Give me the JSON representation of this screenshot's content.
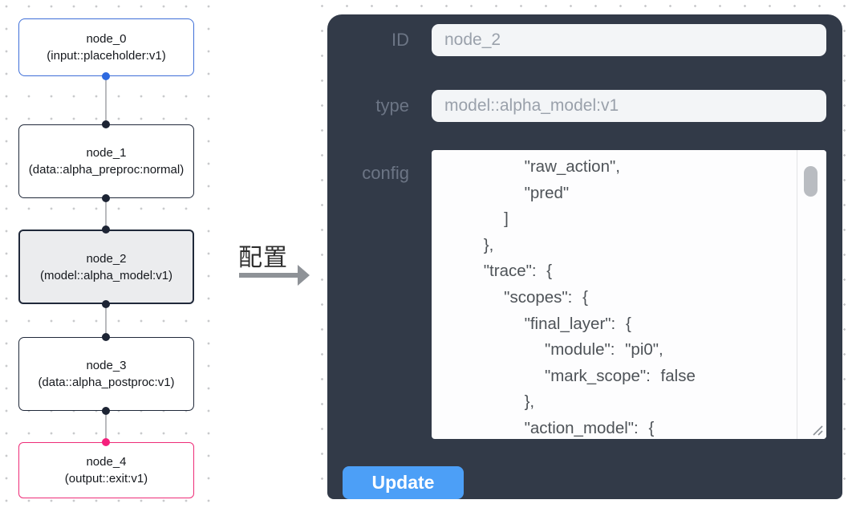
{
  "canvas": {
    "nodes": [
      {
        "title": "node_0",
        "subtitle": "(input::placeholder:v1)"
      },
      {
        "title": "node_1",
        "subtitle": "(data::alpha_preproc:normal)"
      },
      {
        "title": "node_2",
        "subtitle": "(model::alpha_model:v1)"
      },
      {
        "title": "node_3",
        "subtitle": "(data::alpha_postproc:v1)"
      },
      {
        "title": "node_4",
        "subtitle": "(output::exit:v1)"
      }
    ]
  },
  "annotation": {
    "label": "配置"
  },
  "panel": {
    "id_field": {
      "label": "ID",
      "value": "node_2"
    },
    "type_field": {
      "label": "type",
      "value": "model::alpha_model:v1"
    },
    "config_field": {
      "label": "config",
      "lines": [
        "        \"raw_action\",",
        "        \"pred\"",
        "      ]",
        "    },",
        "    \"trace\": {",
        "      \"scopes\": {",
        "        \"final_layer\": {",
        "          \"module\": \"pi0\",",
        "          \"mark_scope\": false",
        "        },",
        "        \"action_model\": {"
      ]
    },
    "update_button": "Update"
  },
  "colors": {
    "panel_bg": "#323a48",
    "accent_blue": "#4c9ff7",
    "input_node_border": "#3f6fd8",
    "output_node_border": "#ee2d78",
    "node_border": "#20293a",
    "selected_node_bg": "#ebecee",
    "port_blue": "#2e6ae0",
    "port_dark": "#1d2434",
    "port_pink": "#f5207c"
  }
}
